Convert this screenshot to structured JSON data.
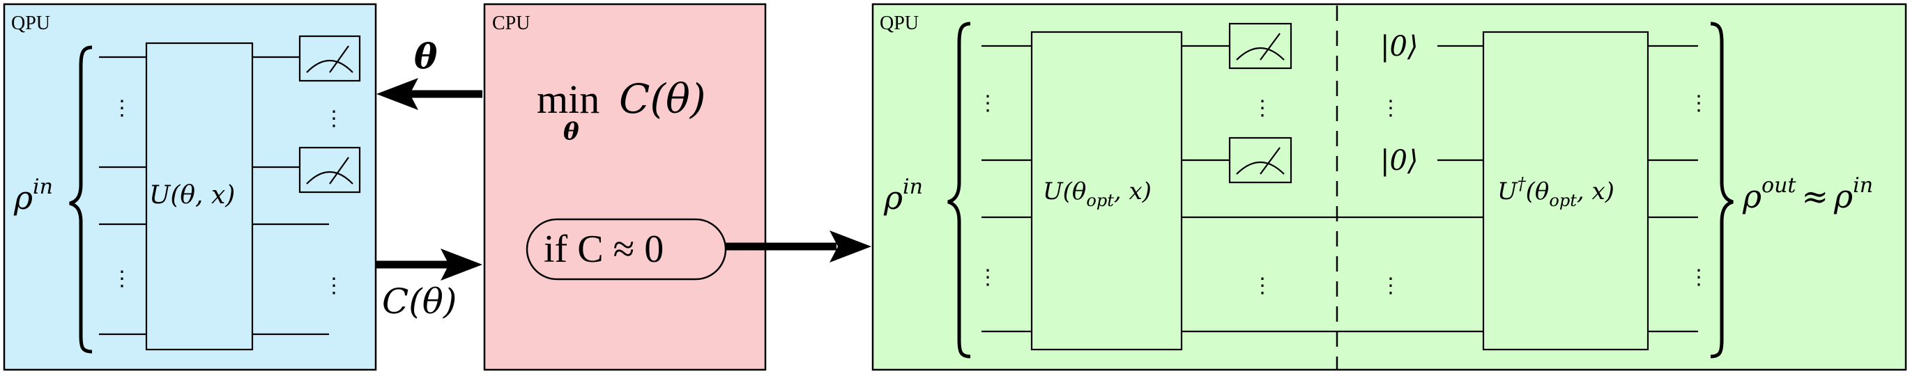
{
  "colors": {
    "qpu_left_fill": "#cdeefb",
    "cpu_fill": "#fbcccd",
    "qpu_right_fill": "#d3fdcb",
    "stroke": "#000000"
  },
  "panels": {
    "left_qpu": {
      "label": "QPU"
    },
    "cpu": {
      "label": "CPU"
    },
    "right_qpu": {
      "label": "QPU"
    }
  },
  "math": {
    "rho": "ρ",
    "sup_in": "in",
    "sup_out": "out",
    "theta_arrow_label": "θ",
    "cost_label": "C(θ)",
    "min_word": "min",
    "min_sub": "θ",
    "min_expr": "C(θ)",
    "condition": "if C ≈ 0",
    "unitary_left": "U(θ, x)",
    "unitary_right_1": "U(θ",
    "unitary_right_sub": "opt",
    "unitary_right_2": ", x)",
    "unitary_dag_1": "U",
    "unitary_dag_dagger": "†",
    "unitary_dag_2": "(θ",
    "unitary_dag_sub": "opt",
    "unitary_dag_3": ", x)",
    "ket_zero": "|0⟩",
    "approx": "≈"
  },
  "icons": {
    "meter": "measurement-meter-icon",
    "arrow": "thick-arrow-icon",
    "brace": "left-curly-brace",
    "vdots": "vertical-ellipsis"
  }
}
